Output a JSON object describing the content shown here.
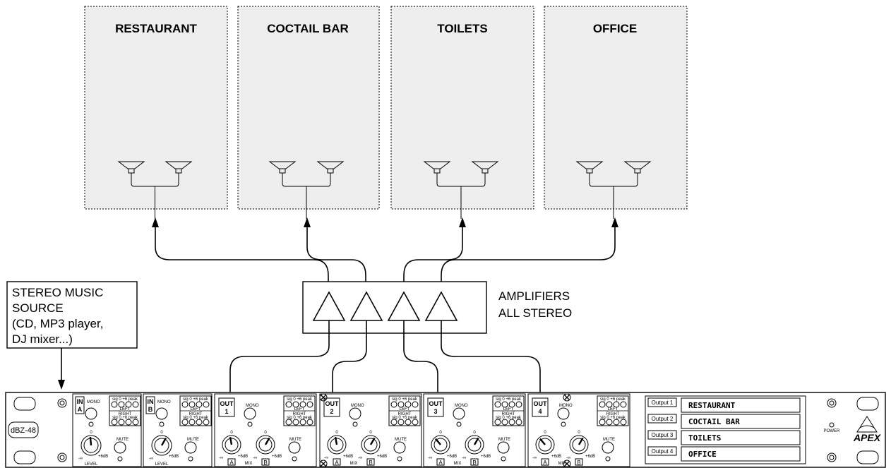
{
  "zones": [
    {
      "title": "RESTAURANT"
    },
    {
      "title": "COCTAIL BAR"
    },
    {
      "title": "TOILETS"
    },
    {
      "title": "OFFICE"
    }
  ],
  "source_box": {
    "lines": [
      "STEREO MUSIC",
      "SOURCE",
      "(CD, MP3 player,",
      "DJ mixer...)"
    ]
  },
  "amplifier_note": {
    "lines": [
      "AMPLIFIERS",
      "ALL STEREO"
    ]
  },
  "device": {
    "model": "dBZ-48",
    "brand": "APEX",
    "power_label": "POWER",
    "inputs": [
      {
        "tag_top": "IN",
        "tag_bottom": "A",
        "mono": "MONO",
        "mute": "MUTE",
        "level": "LEVEL"
      },
      {
        "tag_top": "IN",
        "tag_bottom": "B",
        "mono": "MONO",
        "mute": "MUTE",
        "level": "LEVEL"
      }
    ],
    "outputs": [
      {
        "tag_top": "OUT",
        "tag_bottom": "1"
      },
      {
        "tag_top": "OUT",
        "tag_bottom": "2"
      },
      {
        "tag_top": "OUT",
        "tag_bottom": "3"
      },
      {
        "tag_top": "OUT",
        "tag_bottom": "4"
      }
    ],
    "meter": {
      "top": "sig  0  +6 peak",
      "left": "LEFT",
      "right": "RIGHT",
      "bottom": "sig  0  +6 peak"
    },
    "output_mono": "MONO",
    "output_mute": "MUTE",
    "mix": "MIX",
    "knob_a": "A",
    "knob_b": "B",
    "scale_min": "-∞",
    "scale_max": "+6dB",
    "scale_zero": "0",
    "zone_labels": [
      {
        "output": "Output 1",
        "name": "RESTAURANT"
      },
      {
        "output": "Output 2",
        "name": "COCTAIL BAR"
      },
      {
        "output": "Output 3",
        "name": "TOILETS"
      },
      {
        "output": "Output 4",
        "name": "OFFICE"
      }
    ]
  }
}
